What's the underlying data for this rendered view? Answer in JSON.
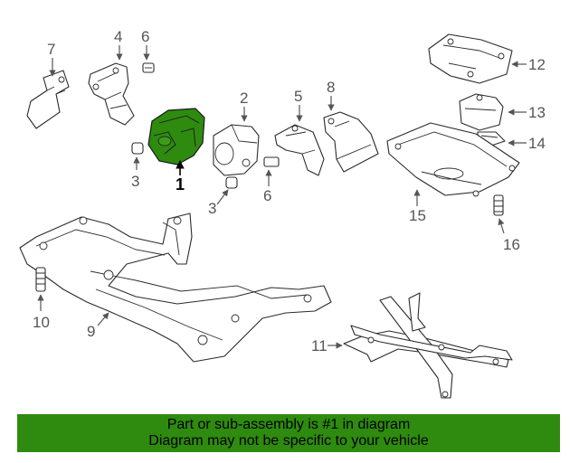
{
  "diagram": {
    "callouts": [
      "1",
      "2",
      "3",
      "3",
      "4",
      "5",
      "6",
      "6",
      "7",
      "8",
      "9",
      "10",
      "11",
      "12",
      "13",
      "14",
      "15",
      "16"
    ],
    "highlight_color": "#2f8a10"
  },
  "footer": {
    "line1": "Part or sub-assembly is #1 in diagram",
    "line2": "Diagram may not be specific to your vehicle",
    "background": "#2f8a10"
  }
}
